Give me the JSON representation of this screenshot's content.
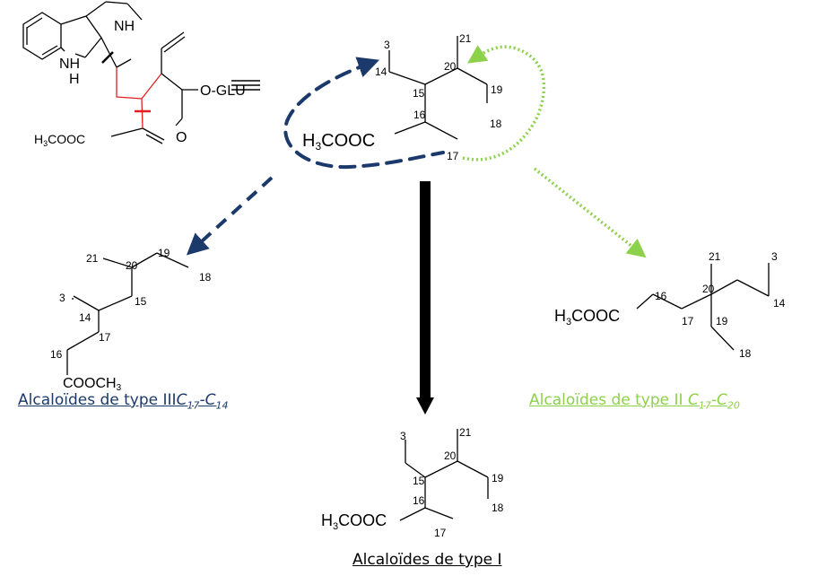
{
  "colors": {
    "navy": "#1b3a6b",
    "green": "#8dd14a",
    "red": "#e02020",
    "black": "#000000"
  },
  "molecule": {
    "nh": "NH",
    "h": "H",
    "oglu": "O-GLU",
    "o": "O",
    "ester": "H3COOC"
  },
  "center": {
    "ester": "H3COOC",
    "n21": "21",
    "n3": "3",
    "n14": "14",
    "n20": "20",
    "n15": "15",
    "n19": "19",
    "n16": "16",
    "n18": "18",
    "n17": "17"
  },
  "type3": {
    "n21": "21",
    "n20": "20",
    "n19": "19",
    "n18": "18",
    "n15": "15",
    "n3": "3",
    "n14": "14",
    "n17": "17",
    "n16": "16",
    "ester": "COOCH3",
    "caption": "Alcaloïdes de type III",
    "suffix": "C17-C14"
  },
  "type2": {
    "ester": "H3COOC",
    "n21": "21",
    "n3": "3",
    "n16": "16",
    "n20": "20",
    "n14": "14",
    "n17": "17",
    "n19": "19",
    "n18": "18",
    "caption": "Alcaloïdes de type II",
    "suffix": "C17-C20"
  },
  "type1": {
    "n3": "3",
    "n21": "21",
    "n20": "20",
    "n15": "15",
    "n19": "19",
    "n16": "16",
    "n18": "18",
    "ester": "H3COOC",
    "n17": "17",
    "caption": "Alcaloïdes de type I"
  }
}
